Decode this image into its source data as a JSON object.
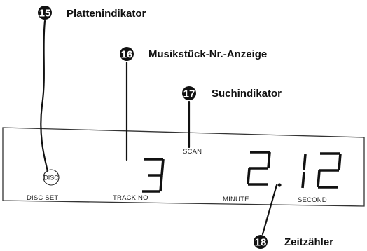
{
  "callouts": [
    {
      "number": "15",
      "label": "Plattenindikator"
    },
    {
      "number": "16",
      "label": "Musikstück-Nr.-Anzeige"
    },
    {
      "number": "17",
      "label": "Suchindikator"
    },
    {
      "number": "18",
      "label": "Zeitzähler"
    }
  ],
  "display": {
    "disc_indicator": "DISC",
    "scan_indicator": "SCAN",
    "labels": {
      "disc_set": "DISC SET",
      "track_no": "TRACK NO",
      "minute": "MINUTE",
      "second": "SECOND"
    },
    "readouts": {
      "track": "3",
      "minute": "2",
      "second": "12"
    }
  },
  "colors": {
    "ink": "#111111",
    "panel_outline": "#333333"
  }
}
